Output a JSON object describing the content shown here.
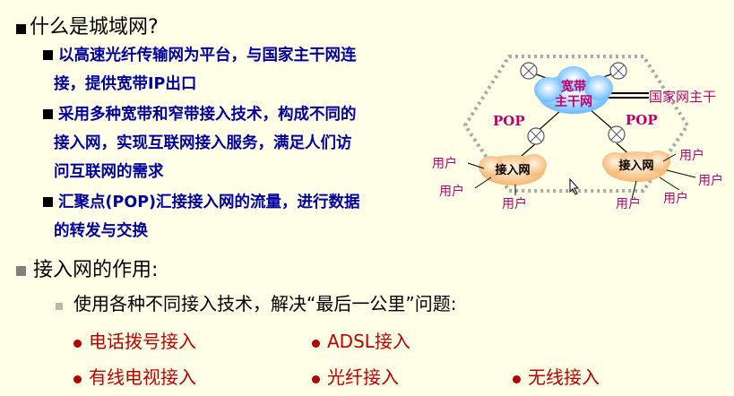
{
  "heading": "什么是城域网?",
  "bullets": [
    {
      "line1": "以高速光纤传输网为平台，与国家主干网连",
      "line2": "接，提供宽带IP出口"
    },
    {
      "line1": "采用多种宽带和窄带接入技术，构成不同的",
      "line2": "接入网，实现互联网接入服务，满足人们访",
      "line3": "问互联网的需求"
    },
    {
      "line1": "汇聚点(POP)汇接接入网的流量，进行数据",
      "line2": "的转发与交换"
    }
  ],
  "section2": "接入网的作用:",
  "sub_item": "使用各种不同接入技术，解决“最后一公里”问题:",
  "access_types": [
    "电话拨号接入",
    "ADSL接入",
    "有线电视接入",
    "光纤接入",
    "无线接入"
  ],
  "diagram": {
    "core": "宽带\n主干网",
    "core_l1": "宽带",
    "core_l2": "主干网",
    "national": "国家网主干",
    "pop_left": "POP",
    "pop_right": "POP",
    "access_left": "接入网",
    "access_right": "接入网",
    "user": "用户"
  },
  "colors": {
    "text_blue": "#0000a0",
    "text_red": "#c00000",
    "diagram_magenta": "#c0006a",
    "background": "#ffffe8"
  }
}
